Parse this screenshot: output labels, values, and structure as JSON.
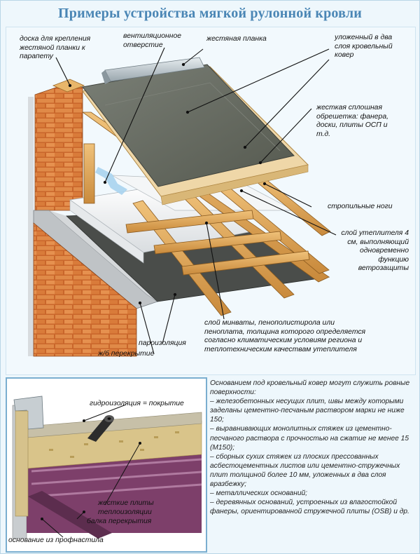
{
  "title": "Примеры устройства мягкой рулонной кровли",
  "labels": {
    "board": "доска для крепления жестяной планки к парапету",
    "vent": "вентиляционное отверстие",
    "tin": "жестяная планка",
    "carpet": "уложенный в два слоя кровельный ковер",
    "sheathing": "жесткая сплошная обрешетка: фанера, доски, плиты ОСП и т.д.",
    "rafters": "стропильные ноги",
    "insul4": "слой утеплителя 4 см, выполняющий одновременно функцию ветрозащиты",
    "mineral": "слой минваты, пенополистирола или пеноплата, толщина которого определяется согласно климатическим условиям региона и теплотехническим качествам утеплителя",
    "vapor": "пароизоляция",
    "slab": "ж/б перекрытие"
  },
  "bottom_labels": {
    "waterproof": "гидроизоляция = покрытие",
    "hardplates": "жесткие плиты теплоизоляции",
    "beam": "балка перекрытия",
    "profile": "основание из профнастила"
  },
  "description": {
    "intro": "Основанием под кровельный ковер могут служить ровные поверхности:",
    "items": [
      "– железобетонных несущих плит, швы между которыми заделаны цементно-песчаным раствором марки не ниже 150;",
      "– выравнивающих монолитных стяжек из цементно-песчаного раствора с прочностью на сжатие не менее 15 (М150);",
      "– сборных сухих стяжек из плоских прессованных асбестоцементных листов или цементно-стружечных плит толщиной более 10 мм, уложенных в два слоя вразбежку;",
      "– металлических оснований;",
      "– деревянных оснований, устроенных из влагостойкой фанеры, ориентированной стружечной плиты (OSB) и др."
    ]
  }
}
